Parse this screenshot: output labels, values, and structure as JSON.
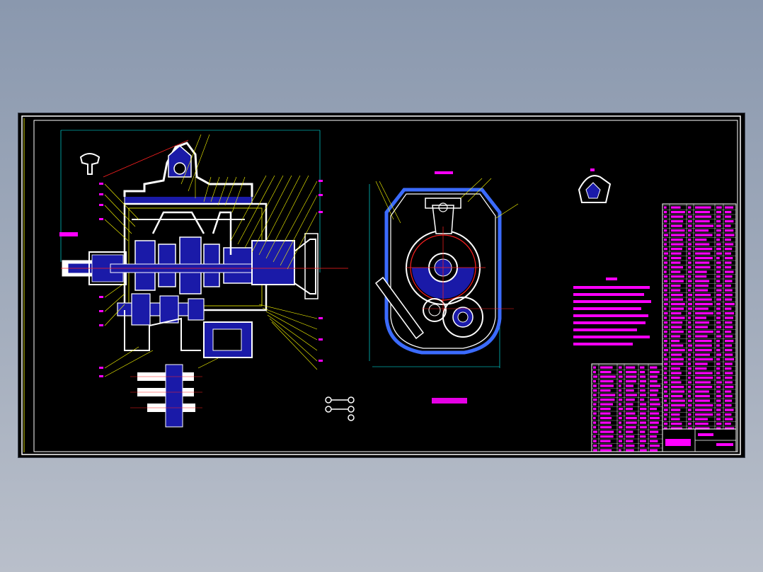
{
  "colors": {
    "background": "#000000",
    "border": "#ffffff",
    "inner_border": "#ffff00",
    "dimension": "#00ffff",
    "leader": "#ffff00",
    "section_fill": "#1a1aa8",
    "centerline": "#ff2020",
    "text": "#ff00ff",
    "desktop_top": "#8a98ae",
    "desktop_bottom": "#b9bfca"
  },
  "drawing": {
    "sheet_label": "",
    "callouts_left_view": [
      "1",
      "2",
      "3",
      "4",
      "5",
      "6",
      "7",
      "8",
      "9",
      "10",
      "11",
      "12",
      "13",
      "14",
      "15",
      "16",
      "17",
      "18",
      "19",
      "20",
      "21",
      "22",
      "23",
      "24",
      "25",
      "26",
      "27",
      "28",
      "29",
      "30",
      "31",
      "32",
      "33",
      "34",
      "35",
      "36",
      "37",
      "38",
      "39",
      "40"
    ],
    "callouts_right_view": [
      "1",
      "2",
      "3",
      "4",
      "5",
      "6",
      "7"
    ]
  }
}
